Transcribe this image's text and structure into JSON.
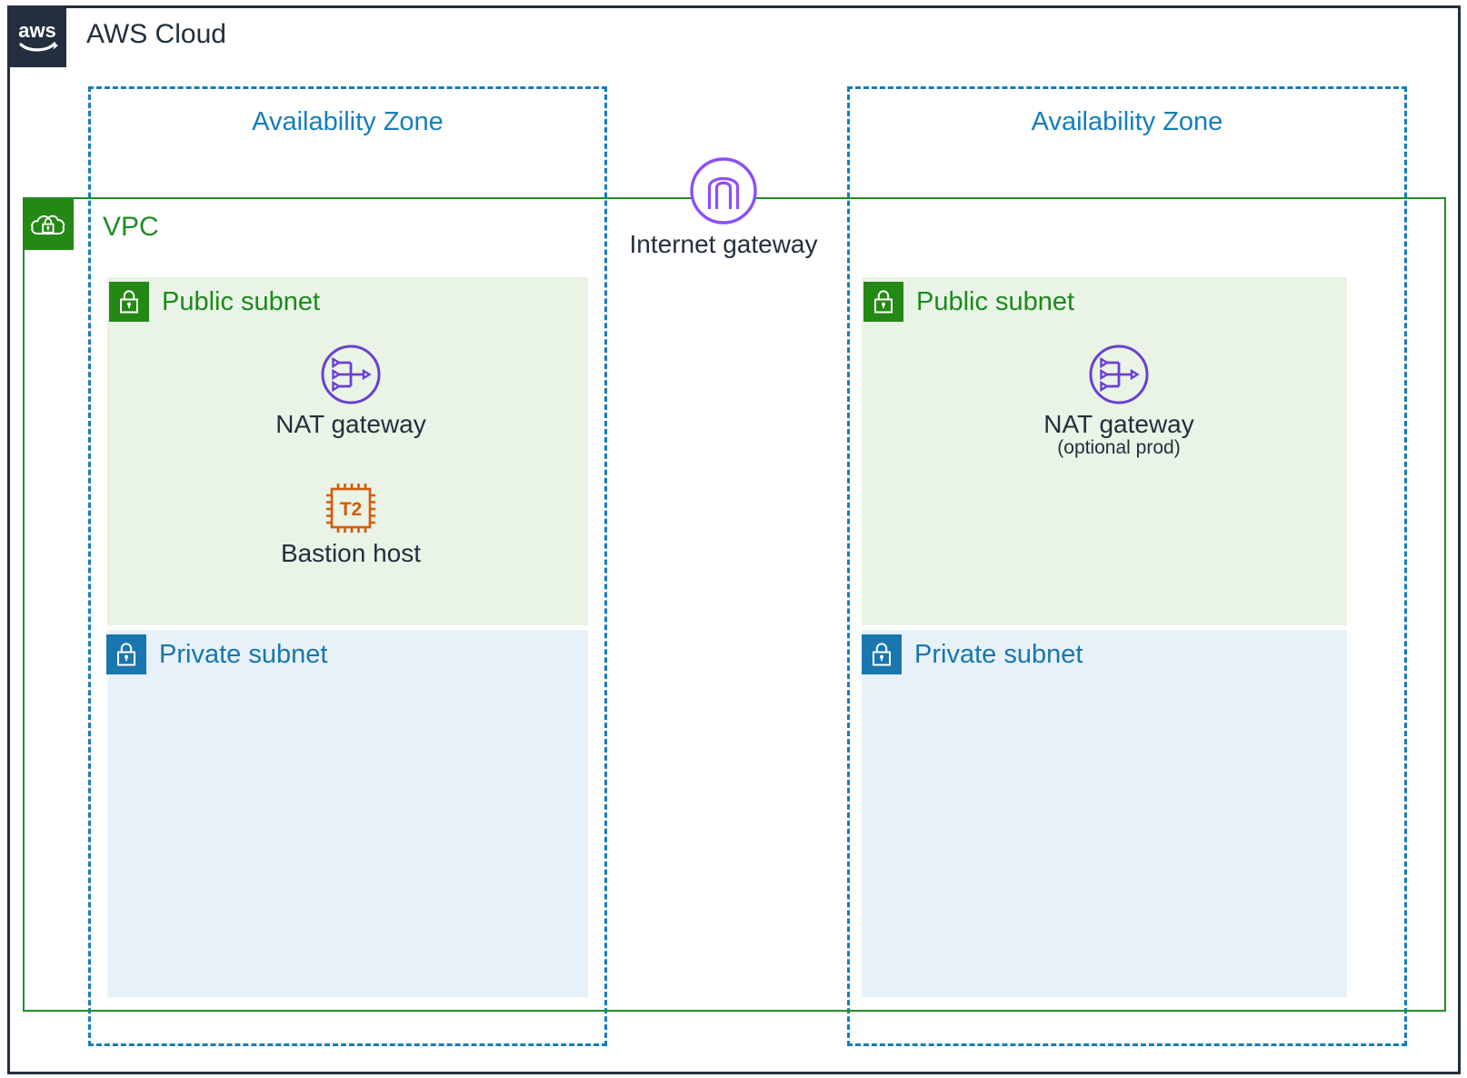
{
  "cloud": {
    "title": "AWS Cloud",
    "logo_icon": "aws-logo-icon",
    "border_color": "#232F3E"
  },
  "vpc": {
    "label": "VPC",
    "icon": "vpc-cloud-lock-icon",
    "border_color": "#1E8E26",
    "icon_bg": "#248814"
  },
  "availability_zones": [
    {
      "label": "Availability Zone",
      "border_color": "#147EBA"
    },
    {
      "label": "Availability Zone",
      "border_color": "#147EBA"
    }
  ],
  "internet_gateway": {
    "label": "Internet gateway",
    "icon": "internet-gateway-icon",
    "color": "#8C4FFF"
  },
  "subnets": [
    {
      "type": "public",
      "title": "Public subnet",
      "icon": "lock-icon",
      "bg": "#E9F3E6",
      "icon_bg": "#248814",
      "title_color": "#1C8A1C",
      "zone": 0,
      "resources": [
        {
          "label": "NAT gateway",
          "sublabel": "",
          "icon": "nat-gateway-icon",
          "color": "#8C4FFF"
        },
        {
          "label": "Bastion host",
          "sublabel": "",
          "icon": "t2-instance-icon",
          "badge": "T2",
          "color": "#D45B07"
        }
      ]
    },
    {
      "type": "public",
      "title": "Public subnet",
      "icon": "lock-icon",
      "bg": "#E9F3E6",
      "icon_bg": "#248814",
      "title_color": "#1C8A1C",
      "zone": 1,
      "resources": [
        {
          "label": "NAT gateway",
          "sublabel": "(optional prod)",
          "icon": "nat-gateway-icon",
          "color": "#8C4FFF"
        }
      ]
    },
    {
      "type": "private",
      "title": "Private subnet",
      "icon": "lock-icon",
      "bg": "#E6F2F8",
      "icon_bg": "#1A76AE",
      "title_color": "#1A76AE",
      "zone": 0,
      "resources": []
    },
    {
      "type": "private",
      "title": "Private subnet",
      "icon": "lock-icon",
      "bg": "#E6F2F8",
      "icon_bg": "#1A76AE",
      "title_color": "#1A76AE",
      "zone": 1,
      "resources": []
    }
  ]
}
